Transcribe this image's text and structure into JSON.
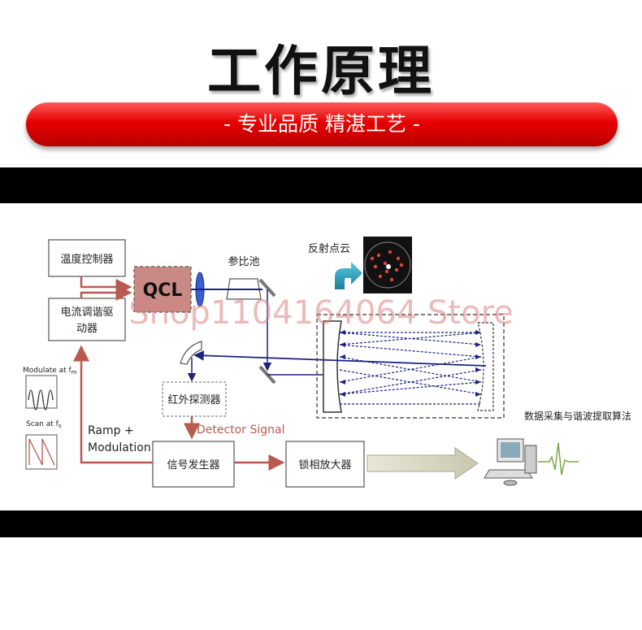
{
  "header": {
    "title": "工作原理",
    "subtitle": "- 专业品质 精湛工艺 -"
  },
  "diagram": {
    "temp_controller": "温度控制器",
    "current_driver_line1": "电流调谐驱",
    "current_driver_line2": "动器",
    "qcl": "QCL",
    "reference_cell": "参比池",
    "reflection_cloud": "反射点云",
    "ir_detector": "红外探测器",
    "detector_signal": "Detector Signal",
    "ramp_line1": "Ramp +",
    "ramp_line2": "Modulation",
    "signal_generator": "信号发生器",
    "lockin_amplifier": "锁相放大器",
    "modulate_label": "Modulate at f",
    "modulate_sub": "m",
    "scan_label": "Scan at f",
    "scan_sub": "s",
    "data_processing": "数据采集与谐波提取算法",
    "watermark": "Shop1104164064 Store"
  },
  "colors": {
    "ribbon_red": "#e60000",
    "arrow_red": "#b85a50",
    "beam_blue": "#1a237e",
    "qcl_fill": "#c98a86",
    "detector_text": "#b85a50"
  }
}
